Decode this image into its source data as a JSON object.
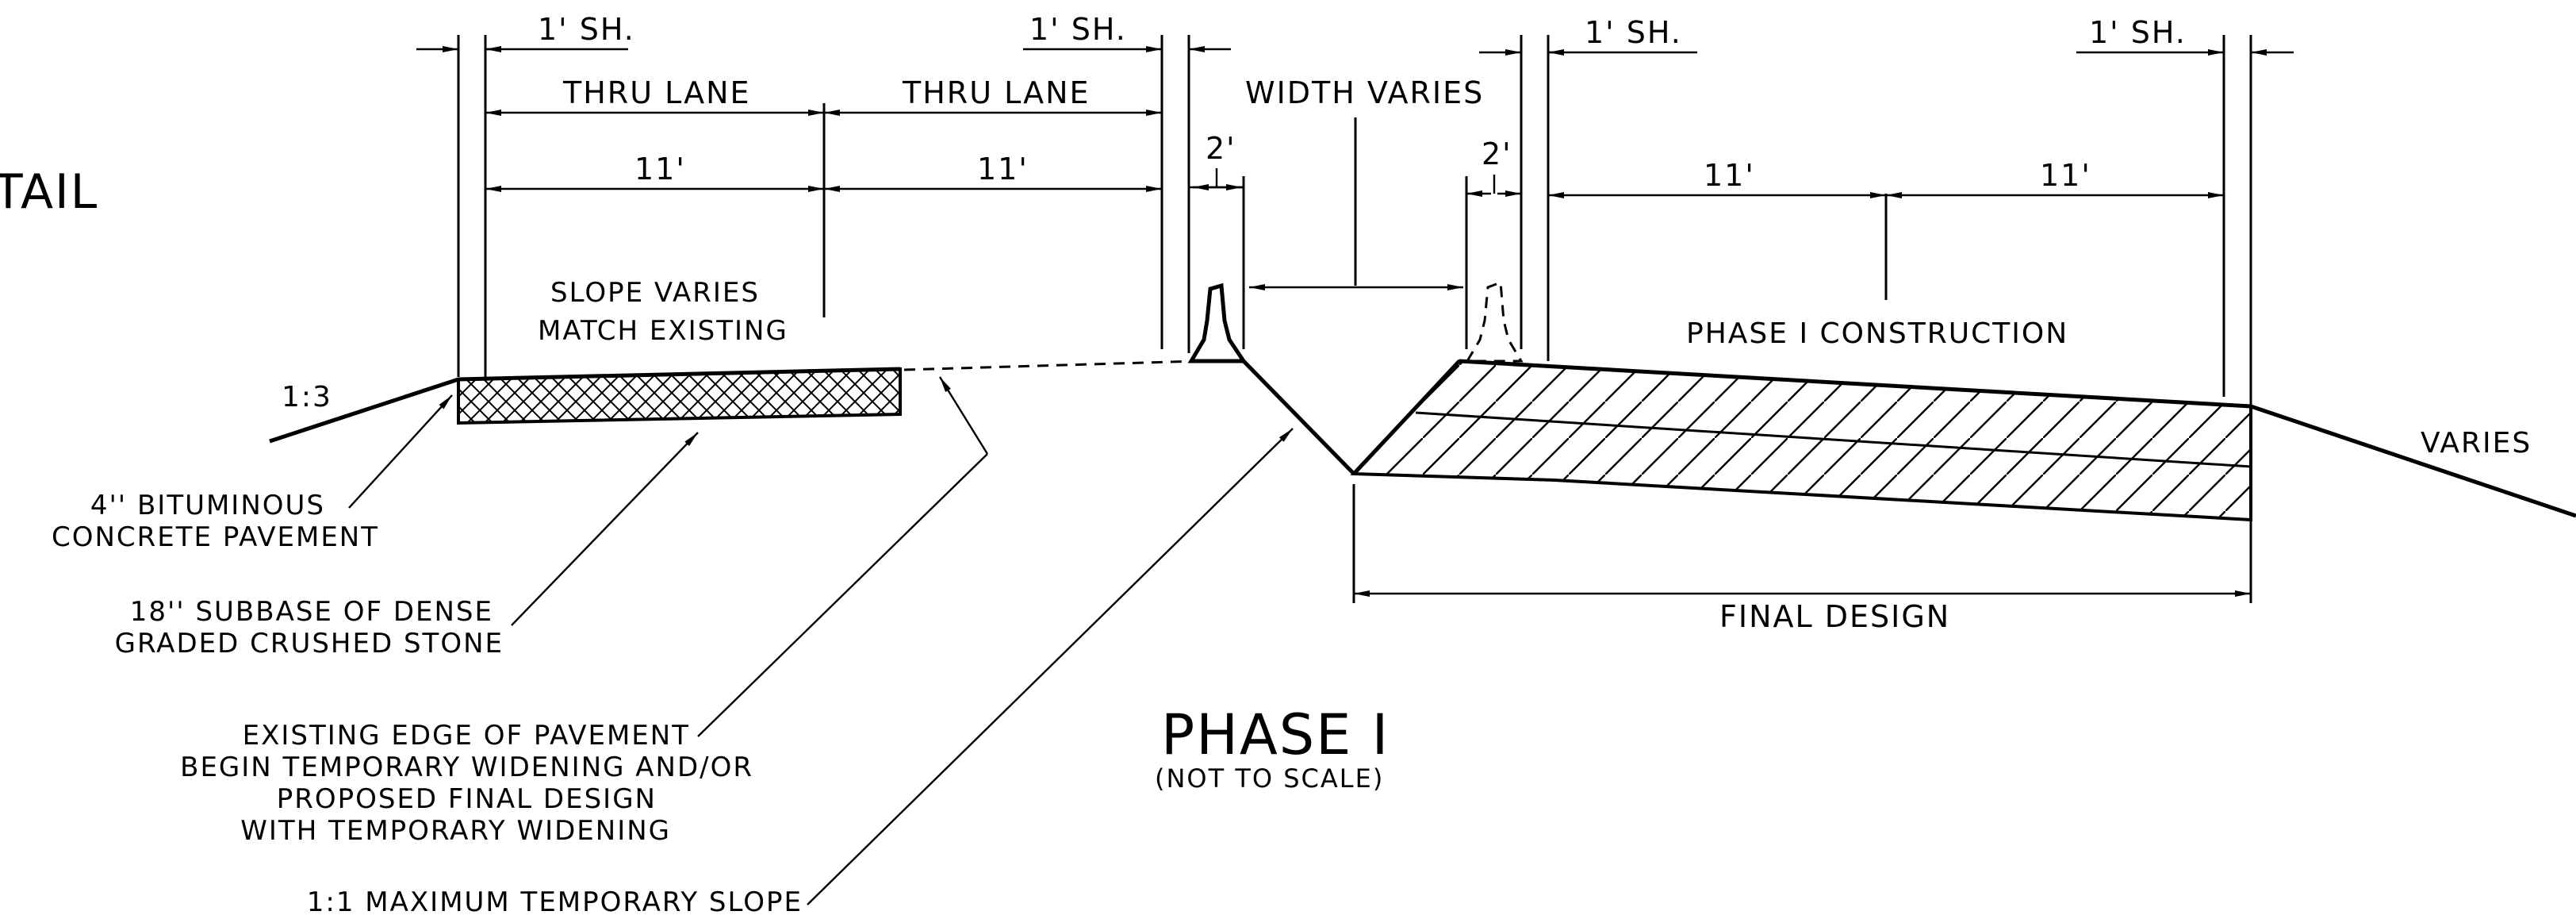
{
  "title": {
    "heading_fragment": "TAIL",
    "phase_title": "PHASE I",
    "scale_note": "(NOT TO SCALE)"
  },
  "dimensions": {
    "shoulder_left_1": "1' SH.",
    "shoulder_left_2": "1' SH.",
    "shoulder_right_1": "1' SH.",
    "shoulder_right_2": "1' SH.",
    "thru_lane_1": "THRU LANE",
    "thru_lane_2": "THRU LANE",
    "lane_width_1": "11'",
    "lane_width_2": "11'",
    "lane_width_3": "11'",
    "lane_width_4": "11'",
    "width_varies": "WIDTH VARIES",
    "barrier_width_1": "2'",
    "barrier_width_2": "2'",
    "final_design": "FINAL DESIGN"
  },
  "labels": {
    "slope_varies_1": "SLOPE VARIES",
    "slope_varies_2": "MATCH EXISTING",
    "phase_construction": "PHASE I CONSTRUCTION",
    "slope_left": "1:3",
    "slope_right": "VARIES"
  },
  "callouts": {
    "pavement_1": "4'' BITUMINOUS",
    "pavement_2": "CONCRETE PAVEMENT",
    "subbase_1": "18'' SUBBASE OF DENSE",
    "subbase_2": "GRADED CRUSHED STONE",
    "edge_1": "EXISTING EDGE OF PAVEMENT",
    "edge_2": "BEGIN TEMPORARY WIDENING AND/OR",
    "edge_3": "PROPOSED FINAL DESIGN",
    "edge_4": "WITH TEMPORARY WIDENING",
    "max_slope": "1:1 MAXIMUM TEMPORARY SLOPE"
  }
}
